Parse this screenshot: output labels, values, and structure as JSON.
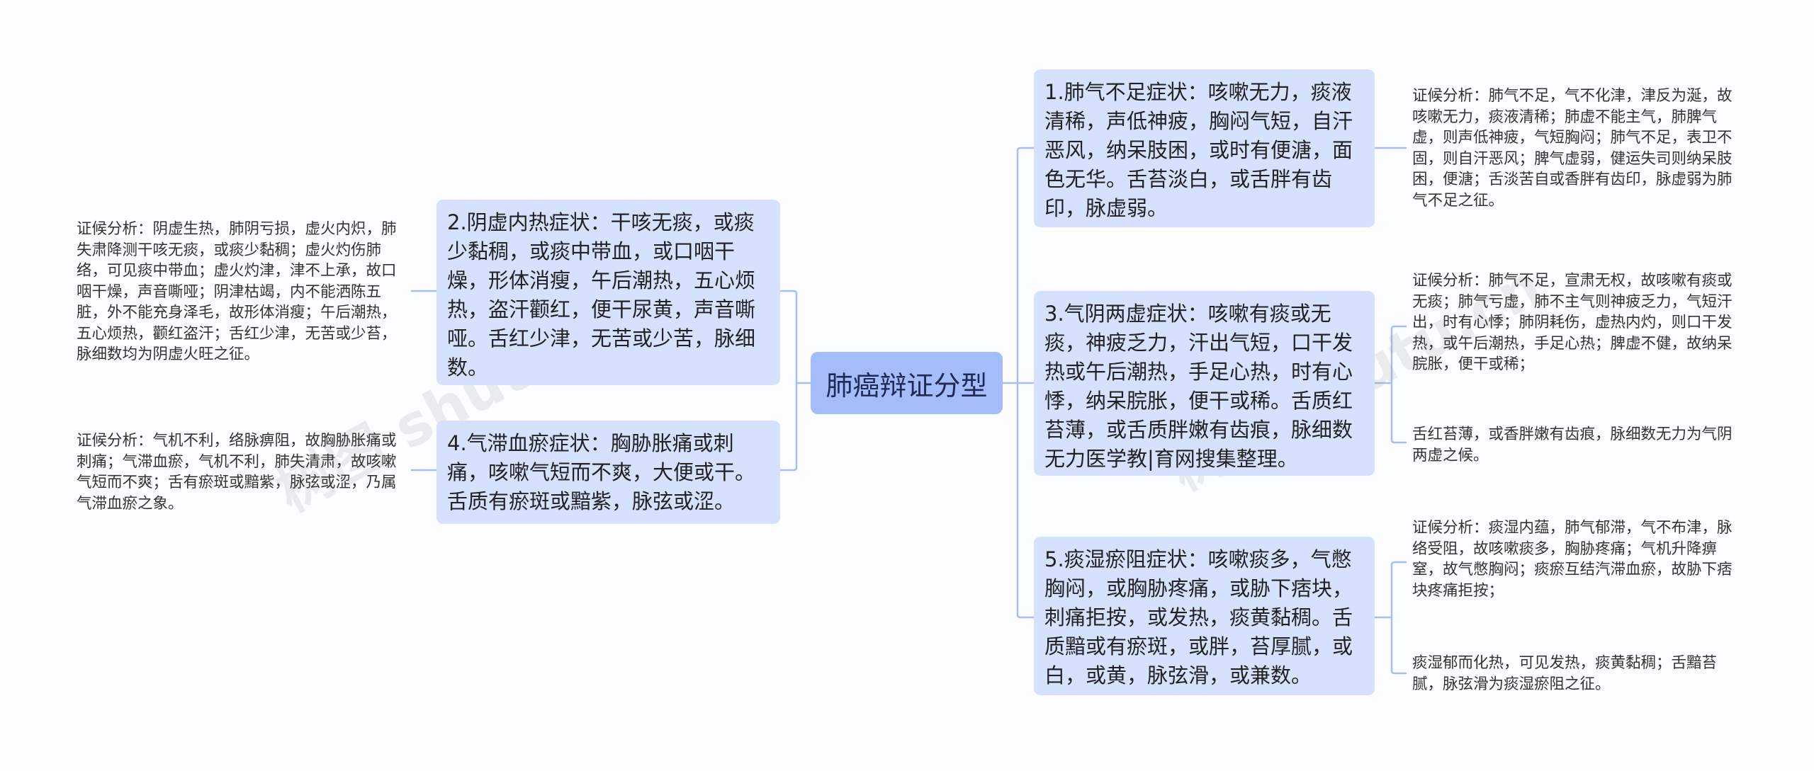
{
  "center": {
    "title": "肺癌辩证分型"
  },
  "right": [
    {
      "symptom": "1.肺气不足症状：咳嗽无力，痰液清稀，声低神疲，胸闷气短，自汗恶风，纳呆肢困，或时有便溏，面色无华。舌苔淡白，或舌胖有齿印，脉虚弱。",
      "analyses": [
        "证候分析：肺气不足，气不化津，津反为涎，故咳嗽无力，痰液清稀；肺虚不能主气，肺脾气虚，则声低神疲，气短胸闷；肺气不足，表卫不固，则自汗恶风；脾气虚弱，健运失司则纳呆肢困，便溏；舌淡苦自或香胖有齿印，脉虚弱为肺气不足之征。"
      ]
    },
    {
      "symptom": "3.气阴两虚症状：咳嗽有痰或无痰，神疲乏力，汗出气短，口干发热或午后潮热，手足心热，时有心悸，纳呆脘胀，便干或稀。舌质红苔薄，或舌质胖嫩有齿痕，脉细数无力医学教|育网搜集整理。",
      "analyses": [
        "证候分析：肺气不足，宣肃无权，故咳嗽有痰或无痰；肺气亏虚，肺不主气则神疲乏力，气短汗出，时有心悸；肺阴耗伤，虚热内灼，则口干发热，或午后潮热，手足心热；脾虚不健，故纳呆脘胀，便干或稀；",
        "舌红苔薄，或香胖嫩有齿痕，脉细数无力为气阴两虚之候。"
      ]
    },
    {
      "symptom": "5.痰湿瘀阻症状：咳嗽痰多，气憋胸闷，或胸胁疼痛，或胁下痞块，刺痛拒按，或发热，痰黄黏稠。舌质黯或有瘀斑，或胖，苔厚腻，或白，或黄，脉弦滑，或兼数。",
      "analyses": [
        "证候分析：痰湿内蕴，肺气郁滞，气不布津，脉络受阻，故咳嗽痰多，胸胁疼痛；气机升降痹窒，故气憋胸闷；痰瘀互结汽滞血瘀，故胁下痞块疼痛拒按；",
        "痰湿郁而化热，可见发热，痰黄黏稠；舌黯苔腻，脉弦滑为痰湿瘀阻之征。"
      ]
    }
  ],
  "left": [
    {
      "symptom": "2.阴虚内热症状：干咳无痰，或痰少黏稠，或痰中带血，或口咽干燥，形体消瘦，午后潮热，五心烦热，盗汗颧红，便干尿黄，声音嘶哑。舌红少津，无苦或少苦，脉细数。",
      "analysis": "证候分析：阴虚生热，肺阴亏损，虚火内炽，肺失肃降测干咳无痰，或痰少黏稠；虚火灼伤肺络，可见痰中带血；虚火灼津，津不上承，故口咽干燥，声音嘶哑；阴津枯竭，内不能洒陈五脏，外不能充身泽毛，故形体消瘦；午后潮热，五心烦热，颧红盗汗；舌红少津，无苦或少苔，脉细数均为阴虚火旺之征。"
    },
    {
      "symptom": "4.气滞血瘀症状：胸胁胀痛或刺痛，咳嗽气短而不爽，大便或干。舌质有瘀斑或黯紫，脉弦或涩。",
      "analysis": "证候分析：气机不利，络脉痹阻，故胸胁胀痛或刺痛；气滞血瘀，气机不利，肺失清肃，故咳嗽气短而不爽；舌有瘀斑或黯紫，脉弦或涩，乃属气滞血瘀之象。"
    }
  ],
  "watermarks": [
    "树图 shutu.cn",
    "树图 shutu.cn"
  ]
}
